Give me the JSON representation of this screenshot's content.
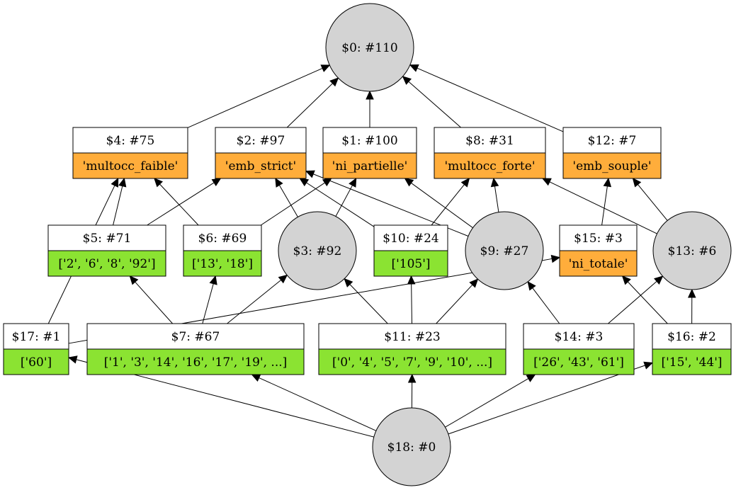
{
  "colors": {
    "circle_fill": "#d3d3d3",
    "attribute_fill": "#ffad3b",
    "object_fill": "#8be332",
    "edge": "#000000"
  },
  "nodes": {
    "n0": {
      "shape": "circle",
      "label": "$0: #110"
    },
    "n1": {
      "shape": "box",
      "label": "$1: #100",
      "content": "'ni_partielle'",
      "kind": "attribute"
    },
    "n2": {
      "shape": "box",
      "label": "$2: #97",
      "content": "'emb_strict'",
      "kind": "attribute"
    },
    "n3": {
      "shape": "circle",
      "label": "$3: #92"
    },
    "n4": {
      "shape": "box",
      "label": "$4: #75",
      "content": "'multocc_faible'",
      "kind": "attribute"
    },
    "n5": {
      "shape": "box",
      "label": "$5: #71",
      "content": "['2', '6', '8', '92']",
      "kind": "object"
    },
    "n6": {
      "shape": "box",
      "label": "$6: #69",
      "content": "['13', '18']",
      "kind": "object"
    },
    "n7": {
      "shape": "box",
      "label": "$7: #67",
      "content": "['1', '3', '14', '16', '17', '19', ...]",
      "kind": "object"
    },
    "n8": {
      "shape": "box",
      "label": "$8: #31",
      "content": "'multocc_forte'",
      "kind": "attribute"
    },
    "n9": {
      "shape": "circle",
      "label": "$9: #27"
    },
    "n10": {
      "shape": "box",
      "label": "$10: #24",
      "content": "['105']",
      "kind": "object"
    },
    "n11": {
      "shape": "box",
      "label": "$11: #23",
      "content": "['0', '4', '5', '7', '9', '10', ...]",
      "kind": "object"
    },
    "n12": {
      "shape": "box",
      "label": "$12: #7",
      "content": "'emb_souple'",
      "kind": "attribute"
    },
    "n13": {
      "shape": "circle",
      "label": "$13: #6"
    },
    "n14": {
      "shape": "box",
      "label": "$14: #3",
      "content": "['26', '43', '61']",
      "kind": "object"
    },
    "n15": {
      "shape": "box",
      "label": "$15: #3",
      "content": "'ni_totale'",
      "kind": "attribute"
    },
    "n16": {
      "shape": "box",
      "label": "$16: #2",
      "content": "['15', '44']",
      "kind": "object"
    },
    "n17": {
      "shape": "box",
      "label": "$17: #1",
      "content": "['60']",
      "kind": "object"
    },
    "n18": {
      "shape": "circle",
      "label": "$18: #0"
    }
  },
  "edges": [
    [
      "n4",
      "n0"
    ],
    [
      "n2",
      "n0"
    ],
    [
      "n1",
      "n0"
    ],
    [
      "n8",
      "n0"
    ],
    [
      "n12",
      "n0"
    ],
    [
      "n5",
      "n4"
    ],
    [
      "n6",
      "n4"
    ],
    [
      "n17",
      "n4"
    ],
    [
      "n5",
      "n2"
    ],
    [
      "n3",
      "n2"
    ],
    [
      "n10",
      "n2"
    ],
    [
      "n6",
      "n1"
    ],
    [
      "n3",
      "n1"
    ],
    [
      "n9",
      "n2"
    ],
    [
      "n9",
      "n1"
    ],
    [
      "n10",
      "n8"
    ],
    [
      "n9",
      "n8"
    ],
    [
      "n13",
      "n8"
    ],
    [
      "n15",
      "n12"
    ],
    [
      "n13",
      "n12"
    ],
    [
      "n7",
      "n5"
    ],
    [
      "n7",
      "n6"
    ],
    [
      "n7",
      "n3"
    ],
    [
      "n11",
      "n3"
    ],
    [
      "n11",
      "n10"
    ],
    [
      "n11",
      "n9"
    ],
    [
      "n14",
      "n9"
    ],
    [
      "n14",
      "n13"
    ],
    [
      "n16",
      "n15"
    ],
    [
      "n16",
      "n13"
    ],
    [
      "n17",
      "n15"
    ],
    [
      "n18",
      "n17"
    ],
    [
      "n18",
      "n7"
    ],
    [
      "n18",
      "n11"
    ],
    [
      "n18",
      "n14"
    ],
    [
      "n18",
      "n16"
    ]
  ]
}
